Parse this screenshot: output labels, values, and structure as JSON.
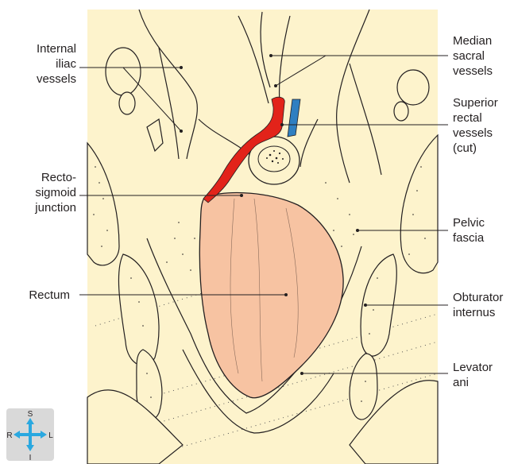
{
  "labels": {
    "internal_iliac": [
      "Internal",
      "iliac",
      "vessels"
    ],
    "rectosigmoid": [
      "Recto-",
      "sigmoid",
      "junction"
    ],
    "rectum": [
      "Rectum"
    ],
    "median_sacral": [
      "Median",
      "sacral",
      "vessels"
    ],
    "superior_rectal": [
      "Superior",
      "rectal",
      "vessels",
      "(cut)"
    ],
    "pelvic_fascia": [
      "Pelvic",
      "fascia"
    ],
    "obturator_internus": [
      "Obturator",
      "internus"
    ],
    "levator_ani": [
      "Levator",
      "ani"
    ]
  },
  "compass": {
    "superior": "S",
    "inferior": "I",
    "right": "R",
    "left": "L"
  },
  "colors": {
    "background": "#fdf3cc",
    "rectum": "#f7c3a2",
    "artery": "#e2231a",
    "vein": "#2f7fc1",
    "outline": "#231f20",
    "compass_bg": "#d9d9d9",
    "compass_arrow": "#2aa8e0"
  }
}
